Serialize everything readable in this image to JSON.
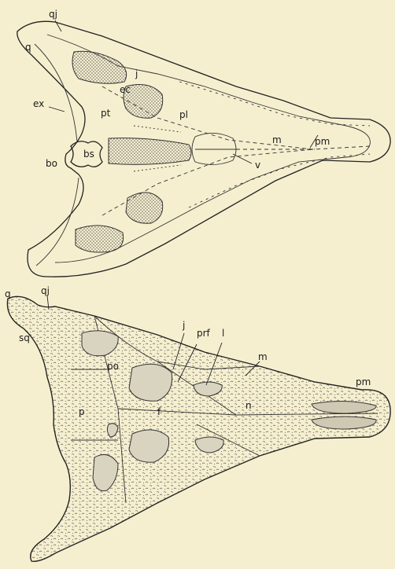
{
  "diagram": {
    "top_view": {
      "labels": {
        "qj": "qj",
        "q": "q",
        "j": "j",
        "ec": "ec",
        "ex": "ex",
        "pt": "pt",
        "pl": "pl",
        "m": "m",
        "pm": "pm",
        "bs": "bs",
        "bo": "bo",
        "v": "v"
      }
    },
    "bottom_view": {
      "labels": {
        "q": "q",
        "qj": "qj",
        "sq": "sq",
        "j": "j",
        "prf": "prf",
        "l": "l",
        "m": "m",
        "pm": "pm",
        "po": "po",
        "n": "n",
        "f": "f",
        "p": "p"
      }
    },
    "colors": {
      "paper": "#f6efcf",
      "ink": "#222222",
      "stipple": "#555555",
      "opening": "#d9d4c0"
    }
  }
}
